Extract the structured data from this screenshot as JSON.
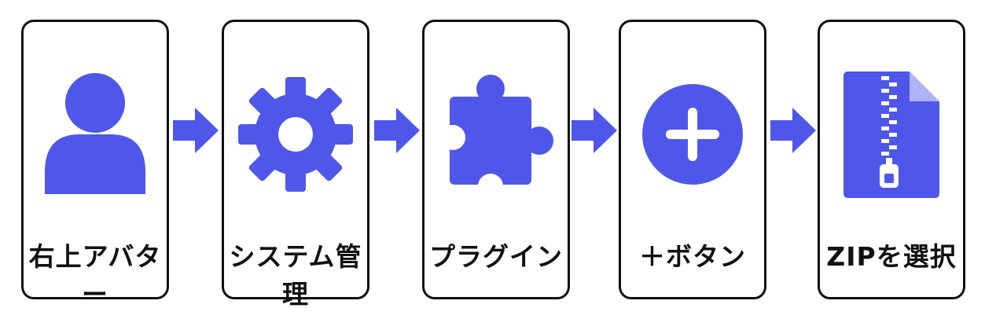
{
  "accent_color": "#4f57ea",
  "steps": [
    {
      "label": "右上アバター",
      "icon": "user-avatar-icon"
    },
    {
      "label": "システム管理",
      "icon": "gear-icon"
    },
    {
      "label": "プラグイン",
      "icon": "puzzle-piece-icon"
    },
    {
      "label": "＋ボタン",
      "icon": "plus-circle-icon"
    },
    {
      "label": "ZIPを選択",
      "icon": "zip-file-icon"
    }
  ],
  "arrows": [
    "arrow-right-icon",
    "arrow-right-icon",
    "arrow-right-icon",
    "arrow-right-icon"
  ]
}
